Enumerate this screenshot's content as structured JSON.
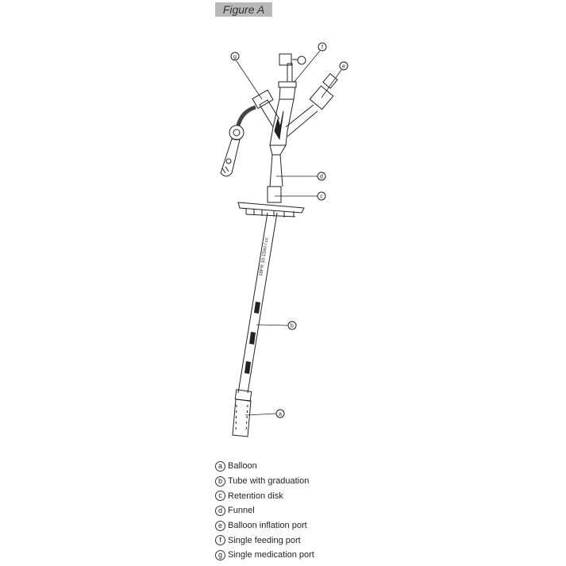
{
  "figure_title": "Figure A",
  "tube_marking": "18FR  10-15ml / cc",
  "callouts": [
    "a",
    "b",
    "c",
    "d",
    "e",
    "f",
    "g"
  ],
  "legend": [
    {
      "letter": "a",
      "label": "Balloon"
    },
    {
      "letter": "b",
      "label": "Tube with graduation"
    },
    {
      "letter": "c",
      "label": "Retention disk"
    },
    {
      "letter": "d",
      "label": "Funnel"
    },
    {
      "letter": "e",
      "label": "Balloon inflation port"
    },
    {
      "letter": "f",
      "label": "Single feeding port"
    },
    {
      "letter": "g",
      "label": "Single medication port"
    }
  ]
}
